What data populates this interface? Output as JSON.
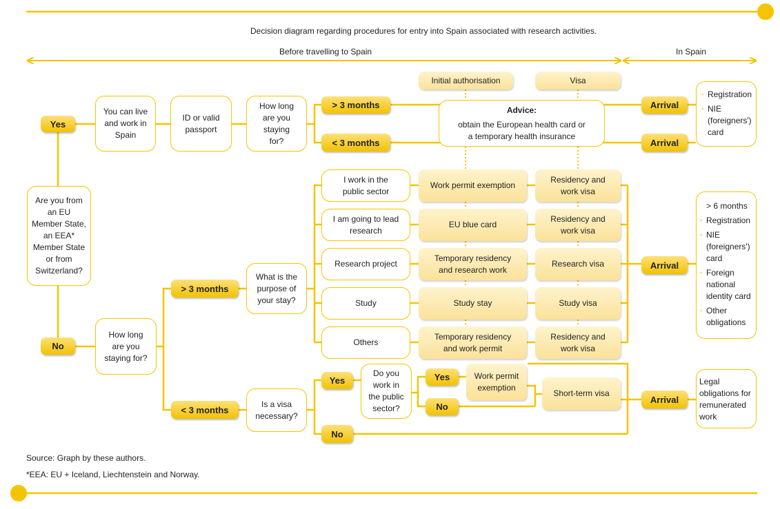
{
  "title": "Decision diagram regarding procedures for entry into Spain associated with research activities.",
  "phases": {
    "before": "Before travelling to Spain",
    "in_spain": "In Spain"
  },
  "nodes": {
    "eu_question": "Are you from an EU Member State, an EEA* Member State or from Switzerland?",
    "yes": "Yes",
    "no": "No",
    "live_work": "You can live and work in Spain",
    "id_passport": "ID or valid passport",
    "how_long_eu": "How long are you staying for?",
    "gt3_eu": "> 3 months",
    "lt3_eu": "< 3 months",
    "initial_authorisation": "Initial authorisation",
    "visa": "Visa",
    "advice_title": "Advice:",
    "advice_text": "obtain the European health card or a temporary health insurance",
    "arrival": "Arrival",
    "how_long_non_eu": "How long are you staying for?",
    "gt3_non_eu": "> 3 months",
    "lt3_non_eu": "< 3 months",
    "purpose": "What is the purpose of your stay?",
    "visa_necessary": "Is a visa necessary?",
    "visa_yes": "Yes",
    "visa_no": "No",
    "public_sector_q": "Do you work in the public sector?",
    "ps_yes": "Yes",
    "ps_no": "No",
    "ps_exemption": "Work permit exemption",
    "short_term_visa": "Short-term visa"
  },
  "purposes": [
    {
      "purpose": "I work in the public sector",
      "permit": "Work permit exemption",
      "visa": "Residency and work visa"
    },
    {
      "purpose": "I am going to lead research",
      "permit": "EU blue card",
      "visa": "Residency and work visa"
    },
    {
      "purpose": "Research project",
      "permit": "Temporary residency and research work",
      "visa": "Research visa"
    },
    {
      "purpose": "Study",
      "permit": "Study stay",
      "visa": "Study visa"
    },
    {
      "purpose": "Others",
      "permit": "Temporary residency and work permit",
      "visa": "Residency and work visa"
    }
  ],
  "outcomes": {
    "eu_long": [
      "Registration",
      "NIE (foreigners') card"
    ],
    "non_eu_long_header": "> 6 months",
    "non_eu_long": [
      "Registration",
      "NIE (foreigners') card",
      "Foreign national identity card",
      "Other obligations"
    ],
    "non_eu_short": "Legal obligations for remunerated work"
  },
  "notes": {
    "source": "Source: Graph by these authors.",
    "eea": "*EEA: EU + Iceland, Liechtenstein and Norway."
  },
  "colors": {
    "accent": "#f5c400",
    "dark_accent": "#f2c200",
    "pale": "#fbe29a"
  }
}
